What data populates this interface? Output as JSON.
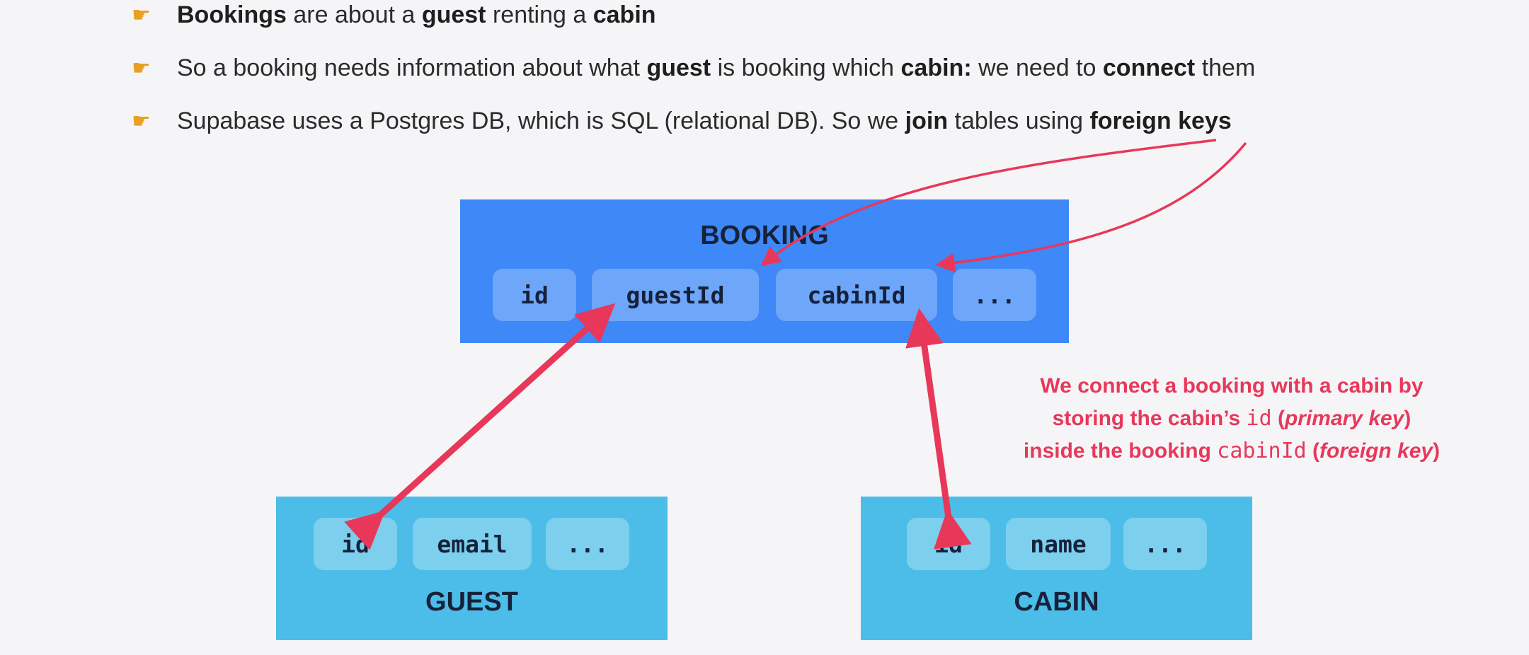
{
  "bullets": [
    {
      "parts": [
        {
          "t": "Bookings",
          "b": true
        },
        {
          "t": " are about a "
        },
        {
          "t": "guest",
          "b": true
        },
        {
          "t": " renting a "
        },
        {
          "t": "cabin",
          "b": true
        }
      ]
    },
    {
      "parts": [
        {
          "t": "So a booking needs information about what "
        },
        {
          "t": "guest",
          "b": true
        },
        {
          "t": " is booking which "
        },
        {
          "t": "cabin:",
          "b": true
        },
        {
          "t": " we need to "
        },
        {
          "t": "connect",
          "b": true
        },
        {
          "t": " them"
        }
      ]
    },
    {
      "parts": [
        {
          "t": "Supabase uses a Postgres DB, which is SQL (relational DB). So we "
        },
        {
          "t": "join",
          "b": true
        },
        {
          "t": " tables using "
        },
        {
          "t": "foreign keys",
          "b": true
        }
      ]
    }
  ],
  "bullet_icon": "pointing-hand-icon",
  "tables": {
    "booking": {
      "title": "BOOKING",
      "fields": [
        "id",
        "guestId",
        "cabinId",
        "..."
      ]
    },
    "guest": {
      "title": "GUEST",
      "fields": [
        "id",
        "email",
        "..."
      ]
    },
    "cabin": {
      "title": "CABIN",
      "fields": [
        "id",
        "name",
        "..."
      ]
    }
  },
  "note": {
    "line1": "We connect a booking with a cabin by",
    "line2_a": "storing the ",
    "line2_b": "cabin’s",
    "line2_c": "id",
    "line2_d": " (",
    "line2_e": "primary key",
    "line2_f": ")",
    "line3_a": "inside the ",
    "line3_b": "booking",
    "line3_c": "cabinId",
    "line3_d": " (",
    "line3_e": "foreign key",
    "line3_f": ")"
  },
  "colors": {
    "booking_table": "#3e88f8",
    "related_table": "#4bbde8",
    "arrow": "#e8385a",
    "background": "#f5f5f8"
  }
}
